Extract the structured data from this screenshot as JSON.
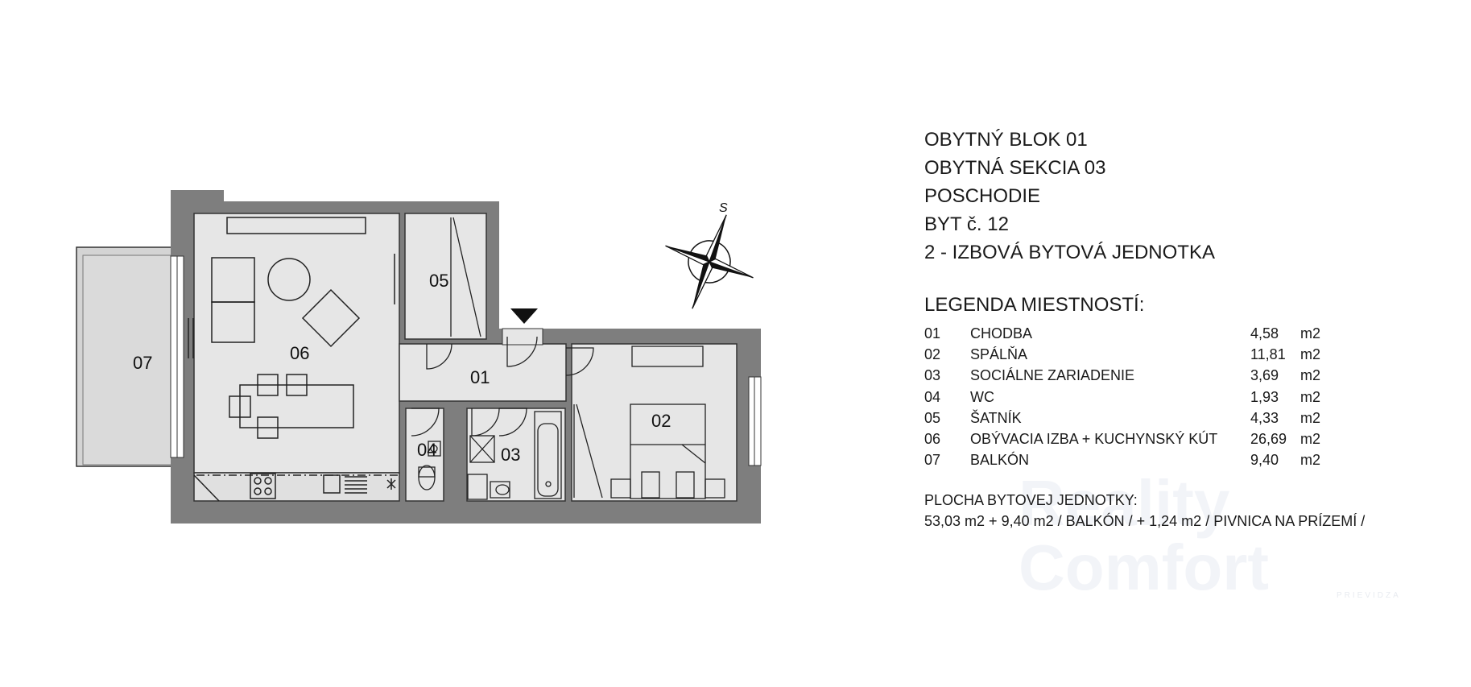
{
  "header": {
    "block": "OBYTNÝ BLOK 01",
    "section": "OBYTNÁ SEKCIA 03",
    "floor": "POSCHODIE",
    "flat": "BYT č. 12",
    "type": "2 - IZBOVÁ BYTOVÁ JEDNOTKA"
  },
  "legend": {
    "title": "LEGENDA MIESTNOSTÍ:",
    "rooms": [
      {
        "num": "01",
        "name": "CHODBA",
        "area": "4,58",
        "unit": "m2"
      },
      {
        "num": "02",
        "name": "SPÁLŇA",
        "area": "11,81",
        "unit": "m2"
      },
      {
        "num": "03",
        "name": "SOCIÁLNE ZARIADENIE",
        "area": "3,69",
        "unit": "m2"
      },
      {
        "num": "04",
        "name": "WC",
        "area": "1,93",
        "unit": "m2"
      },
      {
        "num": "05",
        "name": "ŠATNÍK",
        "area": "4,33",
        "unit": "m2"
      },
      {
        "num": "06",
        "name": "OBÝVACIA IZBA + KUCHYNSKÝ KÚT",
        "area": "26,69",
        "unit": "m2"
      },
      {
        "num": "07",
        "name": "BALKÓN",
        "area": "9,40",
        "unit": "m2"
      }
    ]
  },
  "area_summary": {
    "label": "PLOCHA BYTOVEJ JEDNOTKY:",
    "value": "53,03 m2 + 9,40 m2 / BALKÓN / + 1,24 m2 / PIVNICA NA PRÍZEMÍ /"
  },
  "plan": {
    "compass_label": "S",
    "room_labels": {
      "r01": "01",
      "r02": "02",
      "r03": "03",
      "r04": "04",
      "r05": "05",
      "r06": "06",
      "r07": "07"
    }
  },
  "watermark": {
    "line1": "Reality",
    "line2": "Comfort",
    "sub": "PRIEVIDZA"
  },
  "colors": {
    "wall": "#808080",
    "floor": "#e6e6e6",
    "balcony": "#d6d6d6",
    "line": "#222222"
  }
}
